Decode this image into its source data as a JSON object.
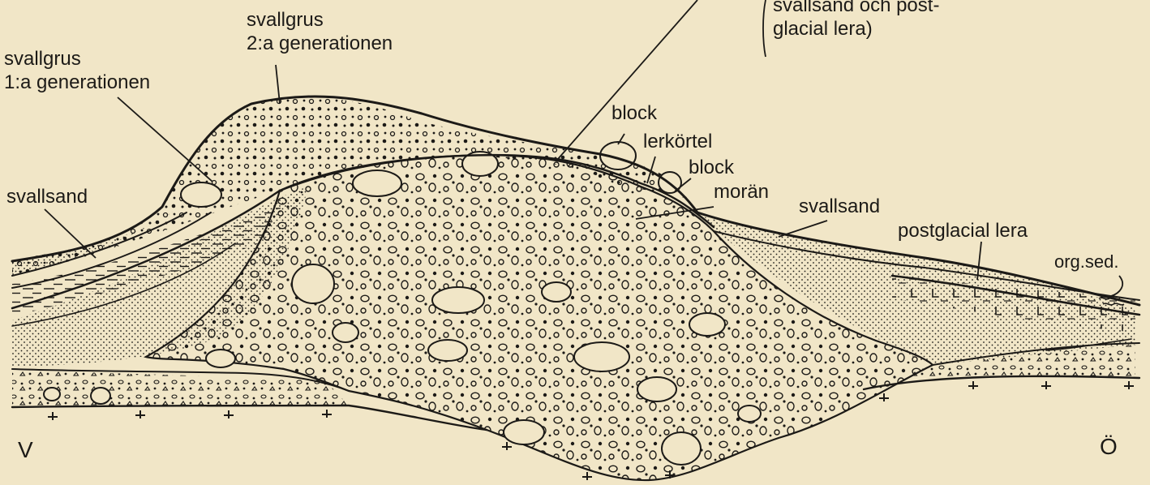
{
  "labels": {
    "top_right_lines": [
      "svallsand och post-",
      "glacial lera)"
    ],
    "svallgrus_2": [
      "svallgrus",
      "2:a generationen"
    ],
    "svallgrus_1": [
      "svallgrus",
      "1:a generationen"
    ],
    "block_upper": "block",
    "lerkortel": "lerkörtel",
    "block_lower": "block",
    "moran": "morän",
    "svallsand_left": "svallsand",
    "svallsand_right": "svallsand",
    "postglacial_lera": "postglacial lera",
    "org_sed": "org.sed.",
    "west": "V",
    "east": "Ö"
  },
  "colors": {
    "background": "#f1e6c7",
    "ink": "#1c1a17"
  }
}
